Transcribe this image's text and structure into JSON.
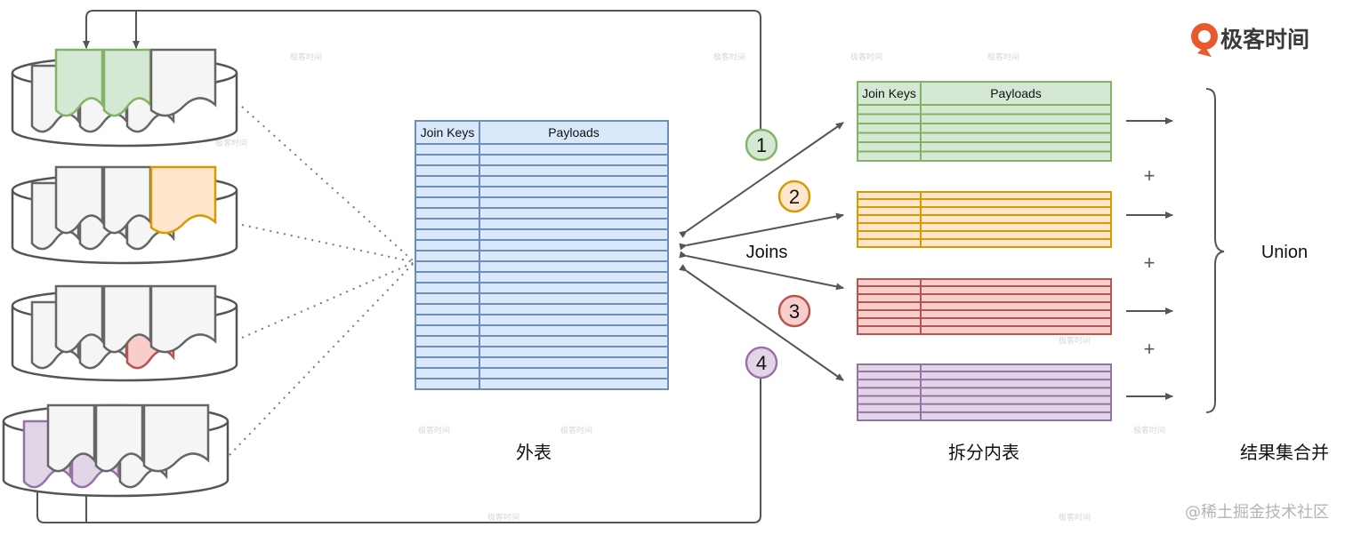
{
  "brand": {
    "logo_text": "极客时间",
    "accent": "#e8592b"
  },
  "watermark_text": "极客时间",
  "footer_credit": "@稀土掘金技术社区",
  "outer_table": {
    "key_header": "Join Keys",
    "payload_header": "Payloads",
    "caption": "外表",
    "fill": "#dae8fc",
    "stroke": "#6c8ebf"
  },
  "joins_label": "Joins",
  "inner_caption": "拆分内表",
  "result_caption": "结果集合并",
  "union_label": "Union",
  "plus_symbol": "+",
  "steps": [
    {
      "number": "1",
      "fill": "#d5e8d4",
      "stroke": "#82b366"
    },
    {
      "number": "2",
      "fill": "#ffe6cc",
      "stroke": "#d79b00"
    },
    {
      "number": "3",
      "fill": "#f8cecc",
      "stroke": "#b85450"
    },
    {
      "number": "4",
      "fill": "#e1d5e7",
      "stroke": "#9673a6"
    }
  ],
  "inner_tables": [
    {
      "key_header": "Join Keys",
      "payload_header": "Payloads",
      "fill": "#d5e8d4",
      "stroke": "#82b366"
    },
    {
      "fill": "#ffe6cc",
      "stroke": "#d79b00"
    },
    {
      "fill": "#f8cecc",
      "stroke": "#b85450"
    },
    {
      "fill": "#e1d5e7",
      "stroke": "#9673a6"
    }
  ],
  "disks": [
    {
      "highlight_color": "#d5e8d4",
      "highlight_stroke": "#82b366"
    },
    {
      "highlight_color": "#ffe6cc",
      "highlight_stroke": "#d79b00"
    },
    {
      "highlight_color": "#f8cecc",
      "highlight_stroke": "#b85450"
    },
    {
      "highlight_color": "#e1d5e7",
      "highlight_stroke": "#9673a6"
    }
  ]
}
